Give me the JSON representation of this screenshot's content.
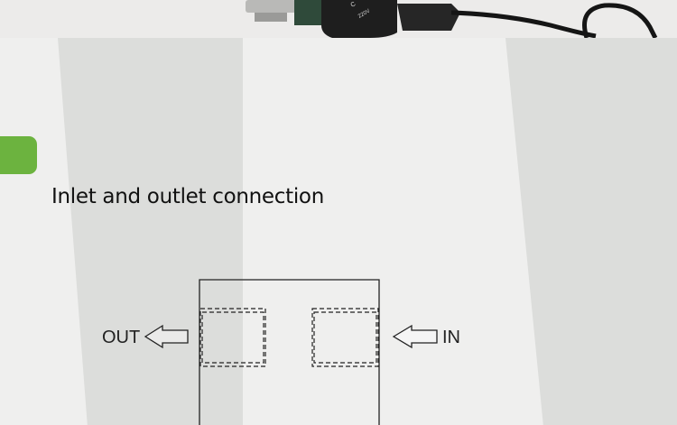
{
  "section": {
    "title": "Inlet and outlet connection"
  },
  "diagram": {
    "outlet_label": "OUT",
    "inlet_label": "IN"
  },
  "colors": {
    "accent": "#6cb33f",
    "line": "#222222",
    "background": "#efefee",
    "band": "#dcdddb"
  }
}
